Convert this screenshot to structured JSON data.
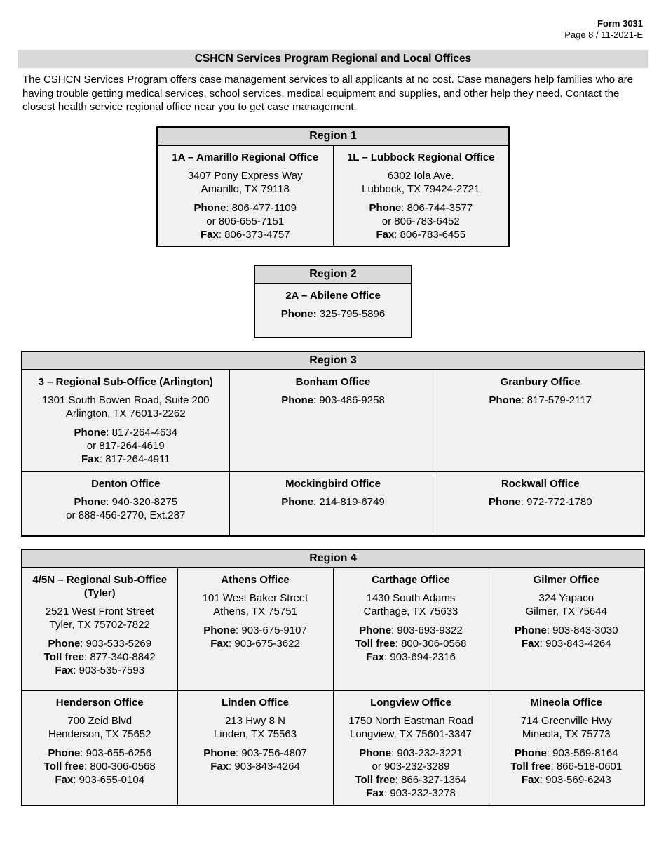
{
  "form": {
    "number": "Form 3031",
    "page": "Page 8 / 11-2021-E"
  },
  "title": "CSHCN Services Program Regional and Local Offices",
  "intro": "The CSHCN Services Program offers case management services to all applicants at no cost. Case managers help families who are having trouble getting medical services, school services, medical equipment and supplies, and other help they need. Contact the closest health service regional office near you to get case management.",
  "colors": {
    "header_shading": "#d9d9d9",
    "cell_shading": "#f1f1f1",
    "border": "#000000"
  },
  "regions": [
    {
      "title": "Region 1",
      "rows": [
        [
          {
            "name": "1A – Amarillo Regional Office",
            "address": [
              "3407 Pony Express Way",
              "Amarillo, TX 79118"
            ],
            "contacts": [
              {
                "bold": "Phone",
                "rest": ": 806-477-1109"
              },
              {
                "bold": "",
                "rest": "or 806-655-7151"
              },
              {
                "bold": "Fax",
                "rest": ": 806-373-4757"
              }
            ]
          },
          {
            "name": "1L – Lubbock Regional Office",
            "address": [
              "6302 Iola Ave.",
              "Lubbock, TX 79424-2721"
            ],
            "contacts": [
              {
                "bold": "Phone",
                "rest": ": 806-744-3577"
              },
              {
                "bold": "",
                "rest": "or 806-783-6452"
              },
              {
                "bold": "Fax",
                "rest": ": 806-783-6455"
              }
            ]
          }
        ]
      ]
    },
    {
      "title": "Region 2",
      "rows": [
        [
          {
            "name": "2A – Abilene Office",
            "address": [],
            "contacts": [
              {
                "bold": "Phone:",
                "rest": " 325-795-5896"
              }
            ]
          }
        ]
      ]
    },
    {
      "title": "Region 3",
      "rows": [
        [
          {
            "name": "3 – Regional Sub-Office (Arlington)",
            "address": [
              "1301 South Bowen Road, Suite 200",
              "Arlington, TX 76013-2262"
            ],
            "contacts": [
              {
                "bold": "Phone",
                "rest": ": 817-264-4634"
              },
              {
                "bold": "",
                "rest": "or 817-264-4619"
              },
              {
                "bold": "Fax",
                "rest": ": 817-264-4911"
              }
            ]
          },
          {
            "name": "Bonham Office",
            "address": [],
            "contacts": [
              {
                "bold": "Phone",
                "rest": ": 903-486-9258"
              }
            ]
          },
          {
            "name": "Granbury Office",
            "address": [],
            "contacts": [
              {
                "bold": "Phone",
                "rest": ": 817-579-2117"
              }
            ]
          }
        ],
        [
          {
            "name": "Denton Office",
            "address": [],
            "contacts": [
              {
                "bold": "Phone",
                "rest": ": 940-320-8275"
              },
              {
                "bold": "",
                "rest": "or 888-456-2770, Ext.287"
              }
            ]
          },
          {
            "name": "Mockingbird Office",
            "address": [],
            "contacts": [
              {
                "bold": "Phone",
                "rest": ": 214-819-6749"
              }
            ]
          },
          {
            "name": "Rockwall Office",
            "address": [],
            "contacts": [
              {
                "bold": "Phone",
                "rest": ": 972-772-1780"
              }
            ]
          }
        ]
      ]
    },
    {
      "title": "Region 4",
      "rows": [
        [
          {
            "name": "4/5N – Regional Sub-Office (Tyler)",
            "address": [
              "2521 West Front Street",
              "Tyler, TX 75702-7822"
            ],
            "contacts": [
              {
                "bold": "Phone",
                "rest": ": 903-533-5269"
              },
              {
                "bold": "Toll free",
                "rest": ": 877-340-8842"
              },
              {
                "bold": "Fax",
                "rest": ": 903-535-7593"
              }
            ]
          },
          {
            "name": "Athens Office",
            "address": [
              "101 West Baker Street",
              "Athens, TX 75751"
            ],
            "contacts": [
              {
                "bold": "Phone",
                "rest": ": 903-675-9107"
              },
              {
                "bold": "Fax",
                "rest": ": 903-675-3622"
              }
            ]
          },
          {
            "name": "Carthage Office",
            "address": [
              "1430 South Adams",
              "Carthage, TX 75633"
            ],
            "contacts": [
              {
                "bold": "Phone",
                "rest": ": 903-693-9322"
              },
              {
                "bold": "Toll free",
                "rest": ": 800-306-0568"
              },
              {
                "bold": "Fax",
                "rest": ": 903-694-2316"
              }
            ]
          },
          {
            "name": "Gilmer Office",
            "address": [
              "324 Yapaco",
              "Gilmer, TX 75644"
            ],
            "contacts": [
              {
                "bold": "Phone",
                "rest": ": 903-843-3030"
              },
              {
                "bold": "Fax",
                "rest": ": 903-843-4264"
              }
            ]
          }
        ],
        [
          {
            "name": "Henderson Office",
            "address": [
              "700 Zeid Blvd",
              "Henderson, TX 75652"
            ],
            "contacts": [
              {
                "bold": "Phone",
                "rest": ": 903-655-6256"
              },
              {
                "bold": "Toll free",
                "rest": ": 800-306-0568"
              },
              {
                "bold": "Fax",
                "rest": ": 903-655-0104"
              }
            ]
          },
          {
            "name": "Linden Office",
            "address": [
              "213 Hwy 8 N",
              "Linden, TX 75563"
            ],
            "contacts": [
              {
                "bold": "Phone",
                "rest": ": 903-756-4807"
              },
              {
                "bold": "Fax",
                "rest": ": 903-843-4264"
              }
            ]
          },
          {
            "name": "Longview Office",
            "address": [
              "1750 North Eastman Road",
              "Longview, TX 75601-3347"
            ],
            "contacts": [
              {
                "bold": "Phone",
                "rest": ": 903-232-3221"
              },
              {
                "bold": "",
                "rest": "or 903-232-3289"
              },
              {
                "bold": "Toll free",
                "rest": ": 866-327-1364"
              },
              {
                "bold": "Fax",
                "rest": ": 903-232-3278"
              }
            ]
          },
          {
            "name": "Mineola Office",
            "address": [
              "714 Greenville Hwy",
              "Mineola, TX 75773"
            ],
            "contacts": [
              {
                "bold": "Phone",
                "rest": ": 903-569-8164"
              },
              {
                "bold": "Toll free",
                "rest": ": 866-518-0601"
              },
              {
                "bold": "Fax",
                "rest": ": 903-569-6243"
              }
            ]
          }
        ]
      ]
    }
  ]
}
